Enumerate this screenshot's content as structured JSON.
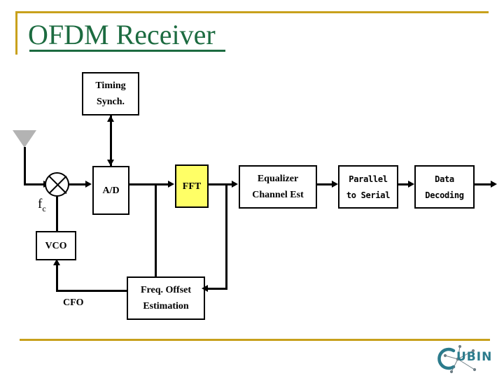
{
  "slide": {
    "title": "OFDM Receiver",
    "accent_gold": "#c8a11c",
    "title_green": "#1c6b40",
    "highlight_yellow": "#ffff66",
    "logo_teal": "#2b7b8c"
  },
  "diagram": {
    "blocks": [
      {
        "id": "timing-synch",
        "label_line1": "Timing",
        "label_line2": "Synch.",
        "highlight": false
      },
      {
        "id": "ad",
        "label_line1": "A/D",
        "label_line2": "",
        "highlight": false
      },
      {
        "id": "fft",
        "label_line1": "FFT",
        "label_line2": "",
        "highlight": true
      },
      {
        "id": "equalizer",
        "label_line1": "Equalizer",
        "label_line2": "Channel Est",
        "highlight": false
      },
      {
        "id": "p2s",
        "label_line1": "Parallel",
        "label_line2": "to Serial",
        "highlight": false
      },
      {
        "id": "data-decoding",
        "label_line1": "Data",
        "label_line2": "Decoding",
        "highlight": false
      },
      {
        "id": "vco",
        "label_line1": "VCO",
        "label_line2": "",
        "highlight": false
      },
      {
        "id": "freq-offset",
        "label_line1": "Freq. Offset",
        "label_line2": "Estimation",
        "highlight": false
      }
    ],
    "labels": {
      "carrier_frequency": "f",
      "carrier_frequency_sub": "c",
      "cfo": "CFO"
    },
    "icons": {
      "antenna": "antenna-icon",
      "mixer": "mixer-icon"
    }
  },
  "logo": {
    "letter": "C",
    "text": "UBIN"
  }
}
